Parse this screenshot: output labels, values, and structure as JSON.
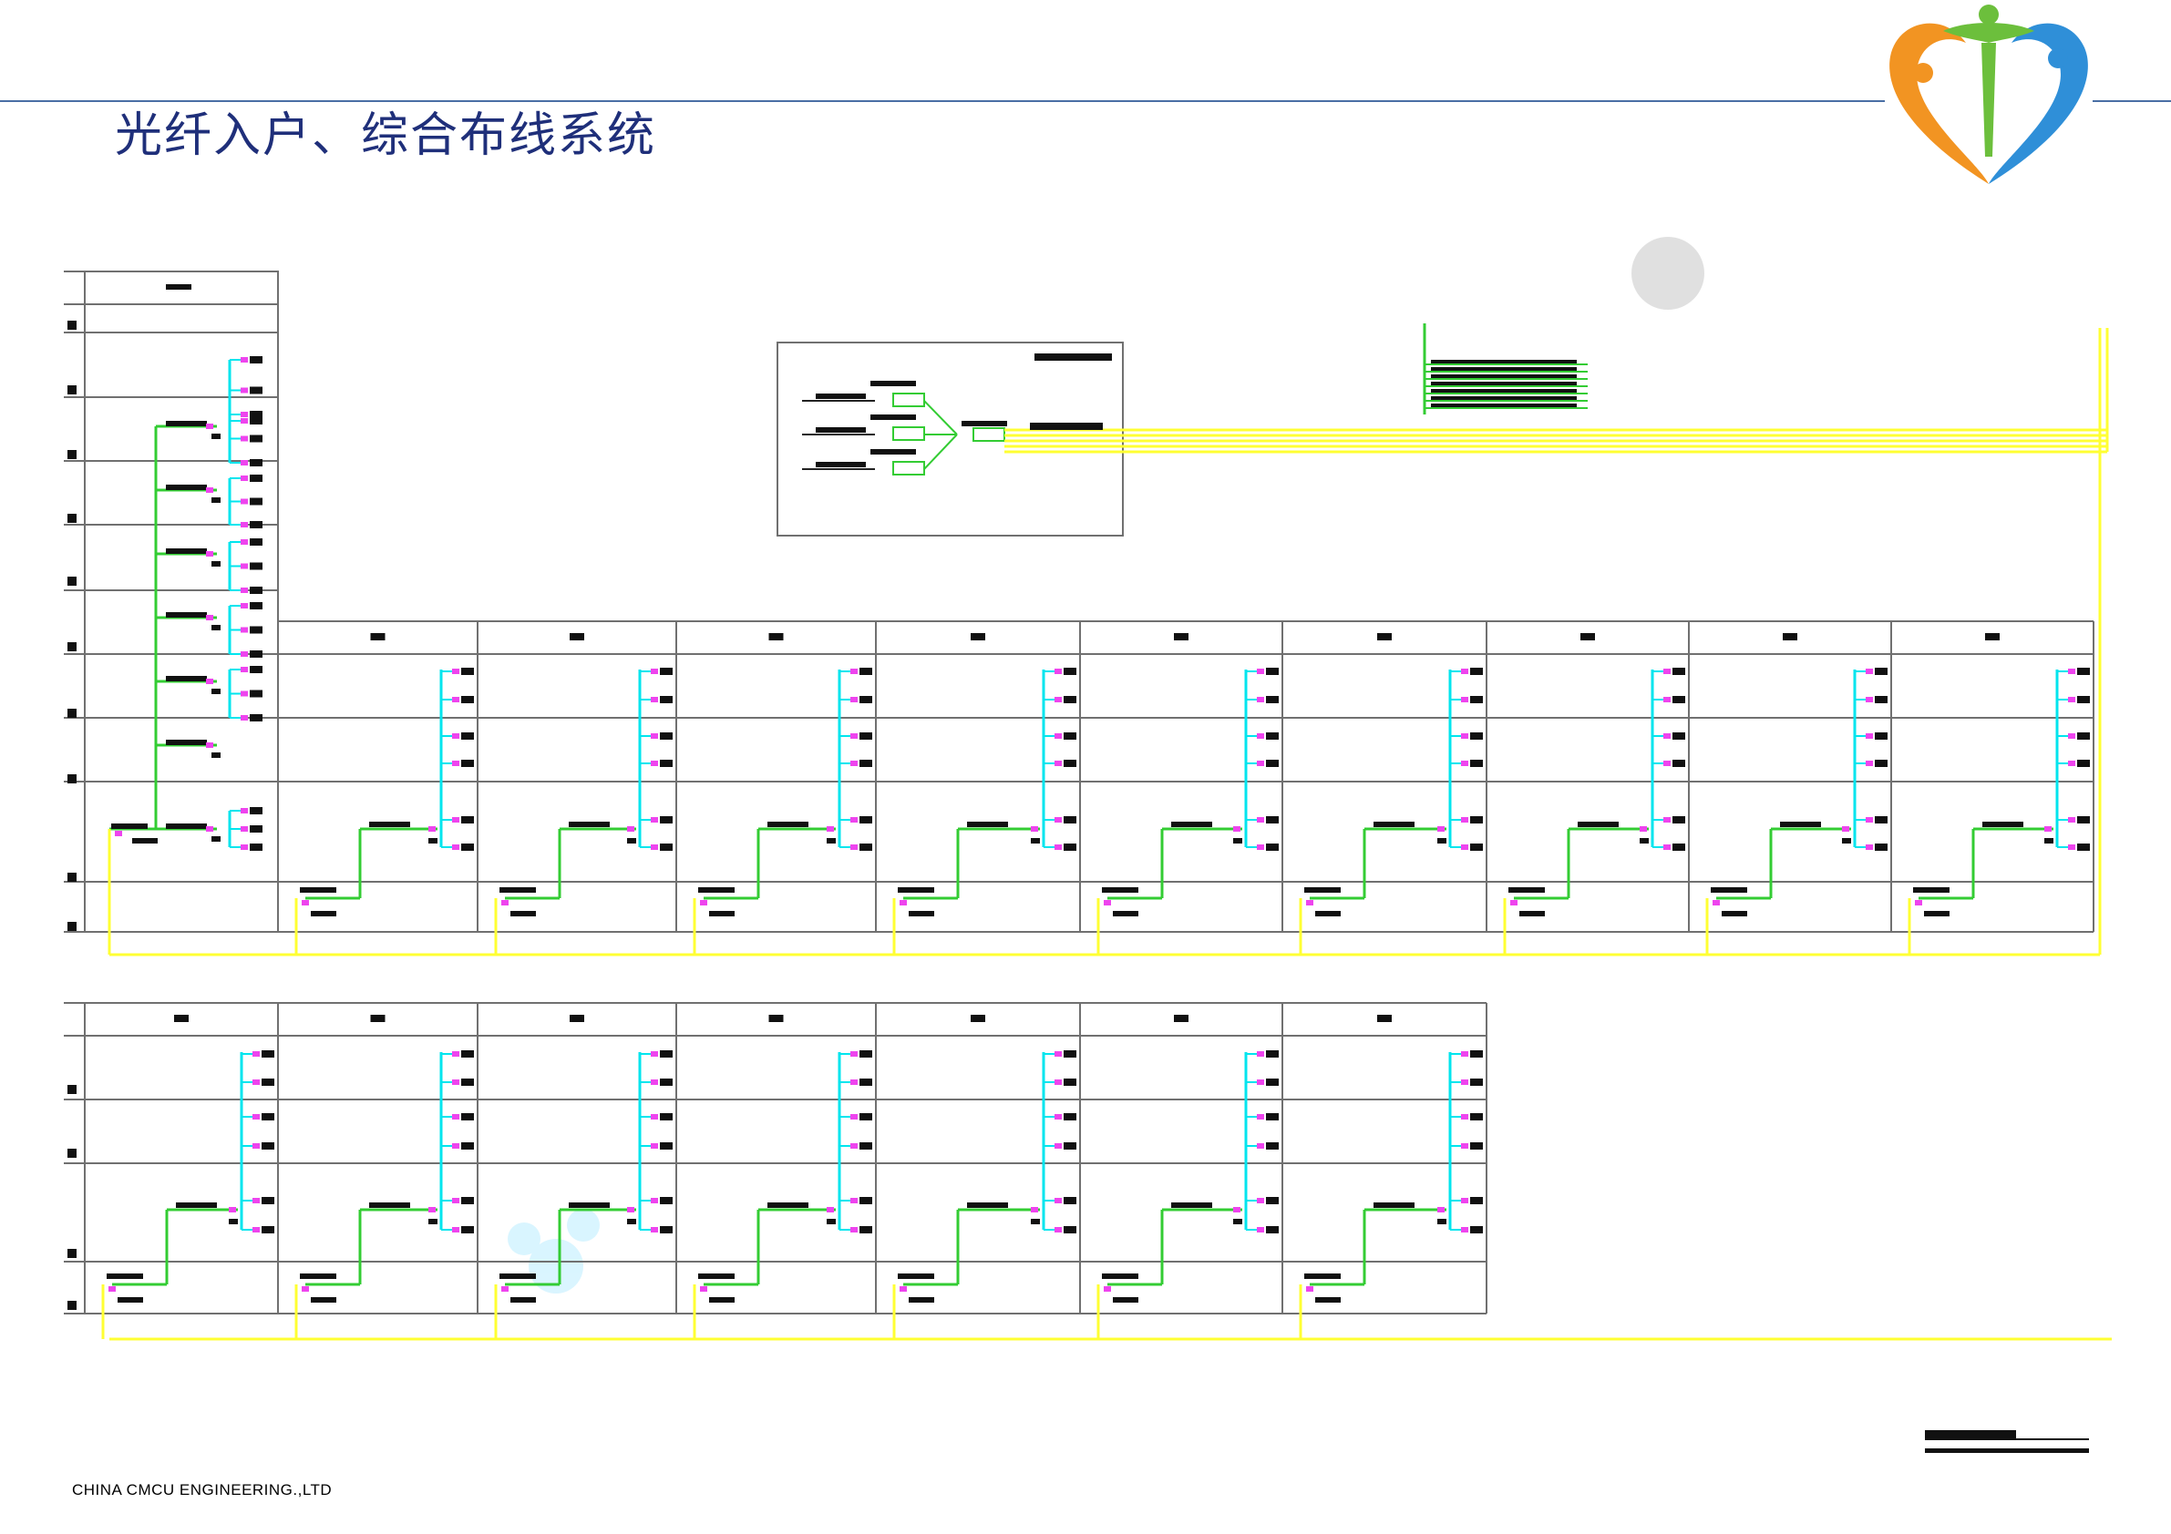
{
  "slide": {
    "title": "光纤入户、综合布线系统",
    "footer": "CHINA CMCU ENGINEERING.,LTD"
  },
  "colors": {
    "title": "#1f2f7a",
    "rule": "#4a6fa5",
    "grid": "#707070",
    "green_riser": "#33cc33",
    "cyan_riser": "#00e5ee",
    "yellow_trunk": "#ffff33",
    "magenta_node": "#ee44ee"
  },
  "icons": [
    "logo-heart-people-icon"
  ],
  "diagram": {
    "units_per_row": [
      10,
      7
    ],
    "tall_building_floors": 9
  }
}
